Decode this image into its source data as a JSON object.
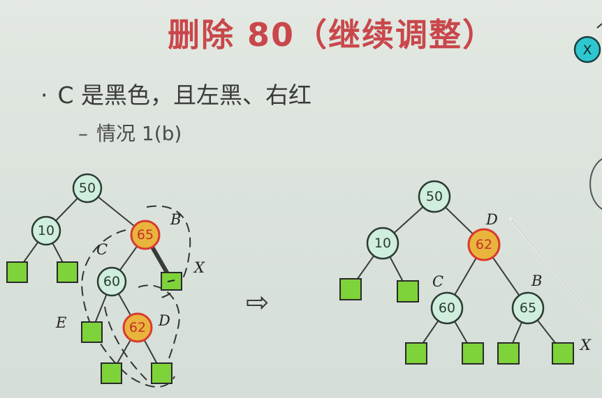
{
  "slide": {
    "title": "删除 80（继续调整）",
    "bullet": "C 是黑色，且左黑、右红",
    "bullet_marker": "·",
    "sub": "情况 1(b)",
    "sub_marker": "–"
  },
  "corner_node": {
    "label": "X"
  },
  "left_tree": {
    "nodes": {
      "n50": "50",
      "n10": "10",
      "n65": "65",
      "n60": "60",
      "n62": "62"
    },
    "labels": {
      "B": "B",
      "C": "C",
      "X": "X",
      "E": "E",
      "D": "D"
    }
  },
  "right_tree": {
    "nodes": {
      "n50": "50",
      "n10": "10",
      "n62": "62",
      "n60": "60",
      "n65": "65"
    },
    "labels": {
      "D": "D",
      "C": "C",
      "B": "B",
      "X": "X"
    }
  },
  "arrow": {
    "glyph": "⇨"
  },
  "colors": {
    "title": "#c9474b",
    "black_node_fill": "#cfeedd",
    "red_node_fill": "#e9b43c",
    "red_node_stroke": "#d93a30",
    "leaf_fill": "#7ed23a",
    "corner_node_fill": "#2fc7cf"
  }
}
